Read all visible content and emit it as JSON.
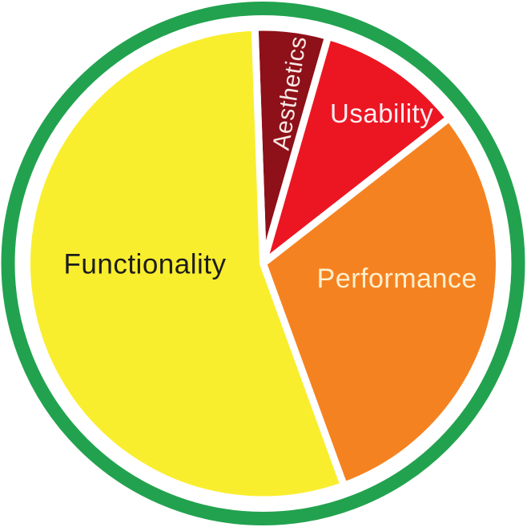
{
  "chart_data": {
    "type": "pie",
    "slices": [
      {
        "label": "Aesthetics",
        "value": 5,
        "color": "#8e1018",
        "label_color": "#f7e8e6",
        "label_angle_deg": 8.7,
        "label_r_frac": 0.73,
        "label_rotation_deg": -81,
        "label_size": 30
      },
      {
        "label": "Usability",
        "value": 10,
        "color": "#ec1623",
        "label_color": "#fdeff2",
        "label_angle_deg": 38.3,
        "label_r_frac": 0.81,
        "label_rotation_deg": 0,
        "label_size": 33
      },
      {
        "label": "Performance",
        "value": 30,
        "color": "#f58220",
        "label_color": "#fdf0cf",
        "label_angle_deg": 96.1,
        "label_r_frac": 0.57,
        "label_rotation_deg": 0,
        "label_size": 34
      },
      {
        "label": "Functionality",
        "value": 55,
        "color": "#f9ee2e",
        "label_color": "#1d1d1b",
        "label_angle_deg": 270,
        "label_r_frac": 0.5,
        "label_rotation_deg": 0,
        "label_size": 35
      }
    ],
    "values_unit": "percent_of_total_estimated",
    "start_angle_deg": -2,
    "direction": "clockwise",
    "outer_ring_color": "#22a24f",
    "separator_color": "#ffffff",
    "background_color": "#ffffff",
    "legend": "none",
    "title": ""
  }
}
